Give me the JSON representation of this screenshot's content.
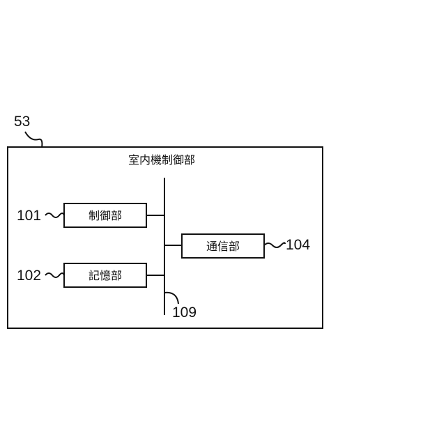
{
  "unit": {
    "ref": "53",
    "title": "室内機制御部"
  },
  "blocks": [
    {
      "ref": "101",
      "label": "制御部"
    },
    {
      "ref": "102",
      "label": "記憶部"
    },
    {
      "ref": "104",
      "label": "通信部"
    }
  ],
  "bus": {
    "ref": "109"
  }
}
